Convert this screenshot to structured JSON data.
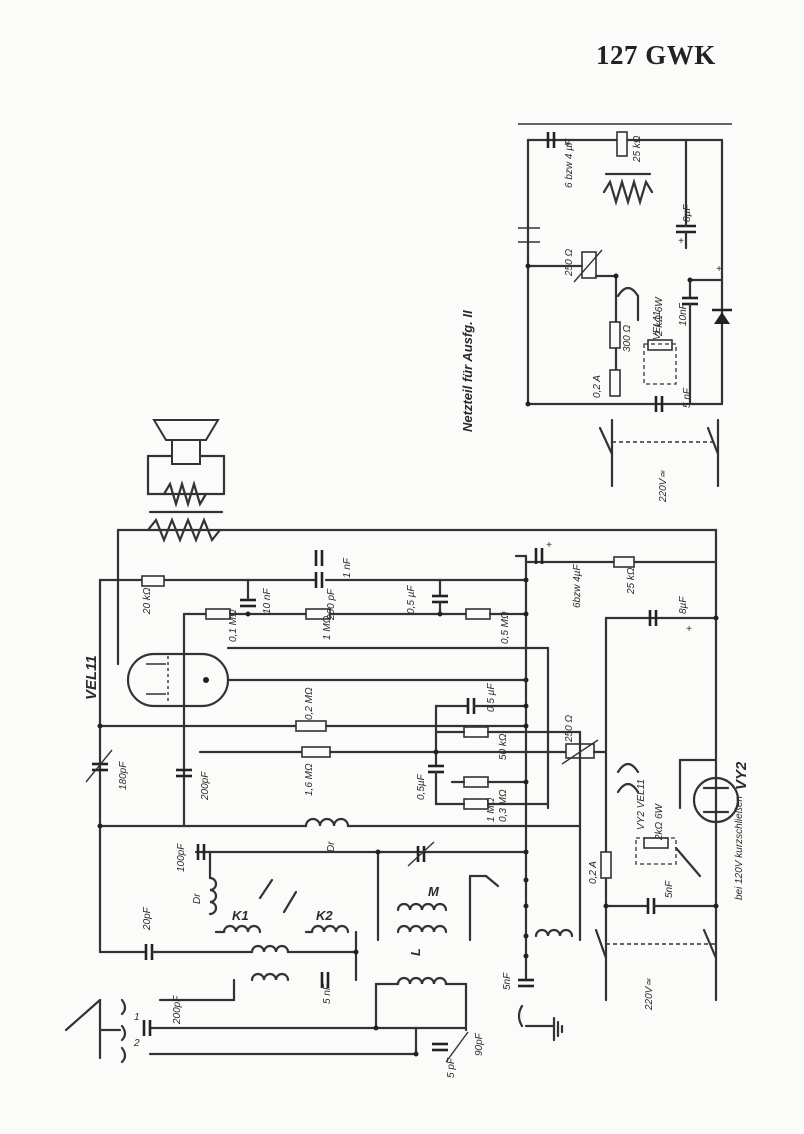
{
  "title": "127 GWK",
  "inset": {
    "caption": "Netzteil für Ausfg. II",
    "labels": {
      "r25k": "25 kΩ",
      "c6bzw4": "6 bzw 4 µF",
      "c8": "8µF",
      "r250": "250 Ω",
      "vel11": "VEL11",
      "r300": "300 Ω",
      "r2k": "2 kΩ 6W",
      "c10n": "10nF",
      "fuse": "0,2 A",
      "c5n": "5 nF",
      "mains": "220V≃",
      "plus1": "+",
      "plus2": "+",
      "plus3": "+"
    }
  },
  "main": {
    "labels": {
      "vel11_tube": "VEL11",
      "vy2_tube": "VY2",
      "r20k": "20 kΩ",
      "r01m": "0,1 MΩ",
      "c10nf": "10 nF",
      "c200pf_a": "200 pF",
      "c1nf": "1 nF",
      "r1m": "1 MΩ",
      "c05uf_a": "0,5 µF",
      "r05m": "0,5 MΩ",
      "c6bzw4": "6bzw 4µF",
      "r25k": "25 kΩ",
      "c8uf": "8µF",
      "c180pf": "180pF",
      "r02m": "0,2 MΩ",
      "c05uf_b": "0,5 µF",
      "c200pf_b": "200pF",
      "r16m": "1,6 MΩ",
      "r50k": "50 kΩ",
      "r250": "250 Ω",
      "c05uf_c": "0,5µF",
      "r03m": "0,3 MΩ",
      "r1m_b": "1 MΩ",
      "vy2_vel11": "VY2 VEL11",
      "r2k6w": "2kΩ 6W",
      "c100pf": "100pF",
      "dr1": "Dr",
      "dr2": "Dr",
      "k1": "K1",
      "k2": "K2",
      "m": "M",
      "l": "L",
      "c20pf": "20pF",
      "c200pf_c": "200pF",
      "c5nf_a": "5 nF",
      "c5nf_b": "5nF",
      "fuse": "0,2 A",
      "c5nf_c": "5nF",
      "bei120v": "bei 120V kurzschließen",
      "mains": "220V≃",
      "c5pf": "5 pF",
      "c90pf": "90pF",
      "ant1": "1",
      "ant2": "2",
      "plus_a": "+",
      "plus_b": "+"
    }
  }
}
